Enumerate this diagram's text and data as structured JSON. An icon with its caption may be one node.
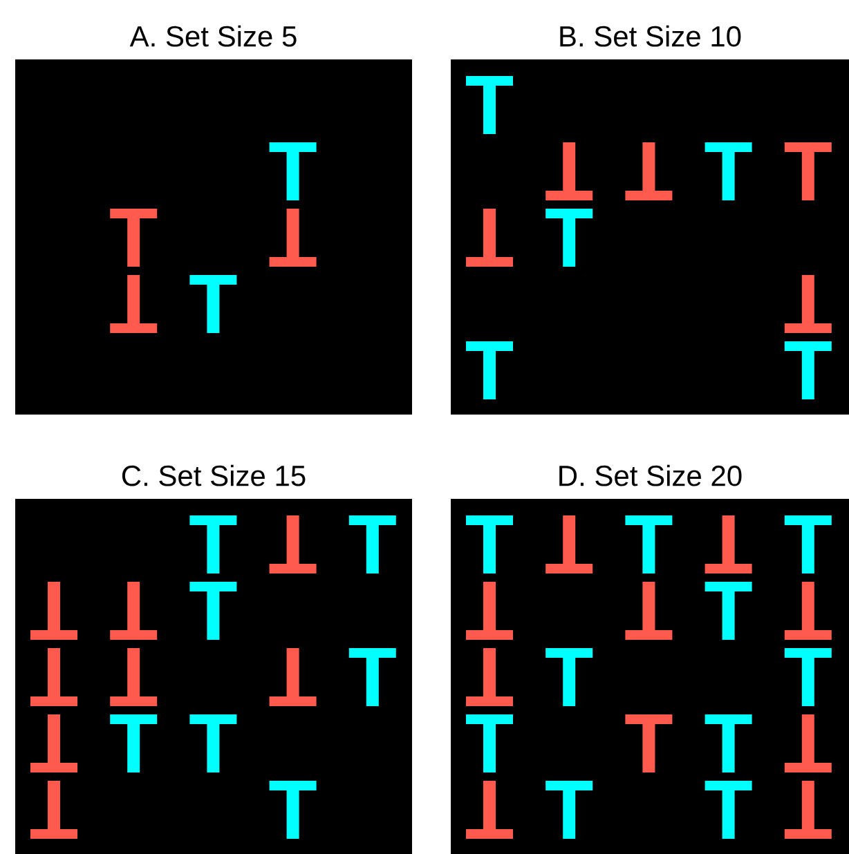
{
  "diagram": {
    "nodes": [
      {
        "text": [
          "A. Set Size 5"
        ]
      },
      {
        "text": [
          "B. Set Size 10"
        ]
      },
      {
        "text": [
          "C. Set Size 15"
        ]
      },
      {
        "text": [
          "D. Set Size 20"
        ]
      }
    ]
  }
}
